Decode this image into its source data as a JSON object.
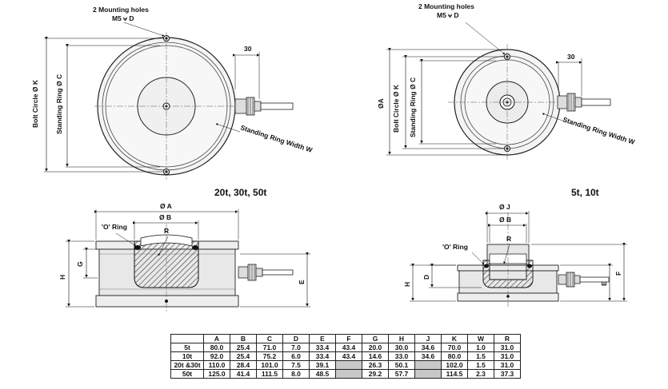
{
  "diagrams": {
    "large_top": {
      "mounting_holes_line1": "2 Mounting holes",
      "mounting_holes_line2": "M5 ⩝ D",
      "dim_30": "30",
      "bolt_circle": "Bolt Circle Ø K",
      "standing_ring_c": "Standing Ring Ø C",
      "standing_ring_width": "Standing Ring Width W"
    },
    "small_top": {
      "mounting_holes_line1": "2 Mounting holes",
      "mounting_holes_line2": "M5 ⩝ D",
      "dim_30": "30",
      "dia_a": "ØA",
      "bolt_circle": "Bolt Circle Ø K",
      "standing_ring_c": "Standing Ring Ø C",
      "standing_ring_width": "Standing Ring Width W"
    },
    "large_caption": "20t, 30t, 50t",
    "small_caption": "5t, 10t",
    "large_side": {
      "dia_a": "Ø A",
      "dia_b": "Ø B",
      "o_ring": "'O' Ring",
      "r": "R",
      "g": "G",
      "h": "H",
      "e": "E"
    },
    "small_side": {
      "dia_j": "Ø J",
      "dia_b": "Ø B",
      "r": "R",
      "o_ring": "'O' Ring",
      "d": "D",
      "h": "H",
      "e": "E",
      "f": "F"
    }
  },
  "table": {
    "headers": [
      "",
      "A",
      "B",
      "C",
      "D",
      "E",
      "F",
      "G",
      "H",
      "J",
      "K",
      "W",
      "R"
    ],
    "rows": [
      [
        "5t",
        "80.0",
        "25.4",
        "71.0",
        "7.0",
        "33.4",
        "43.4",
        "20.0",
        "30.0",
        "34.6",
        "70.0",
        "1.0",
        "31.0"
      ],
      [
        "10t",
        "92.0",
        "25.4",
        "75.2",
        "6.0",
        "33.4",
        "43.4",
        "14.6",
        "33.0",
        "34.6",
        "80.0",
        "1.5",
        "31.0"
      ],
      [
        "20t &30t",
        "110.0",
        "28.4",
        "101.0",
        "7.5",
        "39.1",
        "",
        "26.3",
        "50.1",
        "",
        "102.0",
        "1.5",
        "31.0"
      ],
      [
        "50t",
        "125.0",
        "41.4",
        "111.5",
        "8.0",
        "48.5",
        "",
        "29.2",
        "57.7",
        "",
        "114.5",
        "2.3",
        "37.3"
      ]
    ]
  }
}
